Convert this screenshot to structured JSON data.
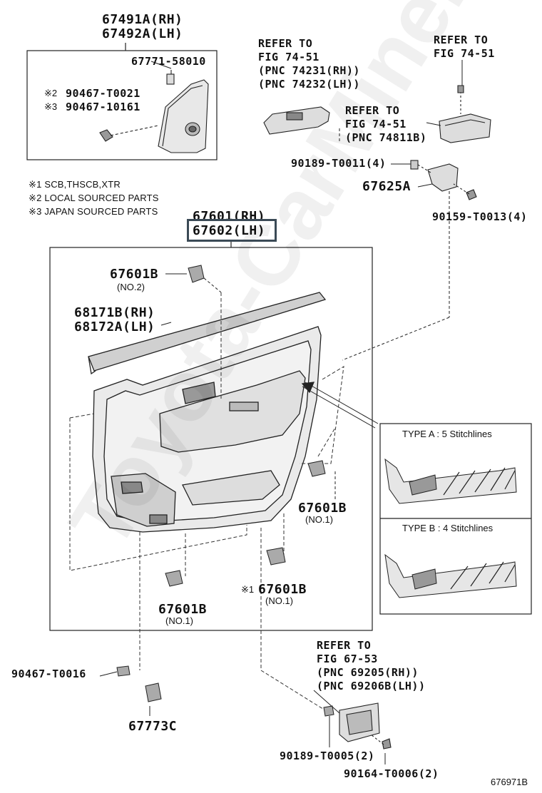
{
  "parts": {
    "p67491a": "67491A(RH)",
    "p67492a": "67492A(LH)",
    "p67771": "67771-58010",
    "p90467_t0021": "90467-T0021",
    "p90467_10161": "90467-10161",
    "mark2": "※2",
    "mark3": "※3",
    "p90189_t0011": "90189-T0011(4)",
    "p67625a": "67625A",
    "p90159_t0013": "90159-T0013(4)",
    "p67601_rh": "67601(RH)",
    "p67602_lh": "67602(LH)",
    "p67601b_no2": "67601B",
    "no2": "(NO.2)",
    "p68171b": "68171B(RH)",
    "p68172a": "68172A(LH)",
    "p67601b_right": "67601B",
    "no1_right": "(NO.1)",
    "p67601b_bl": "67601B",
    "no1_bl": "(NO.1)",
    "mark1": "※1",
    "p67601b_bc": "67601B",
    "no1_bc": "(NO.1)",
    "p90467_t0016": "90467-T0016",
    "p67773c": "67773C",
    "p90189_t0005": "90189-T0005(2)",
    "p90164_t0006": "90164-T0006(2)"
  },
  "refs": {
    "ref1": [
      "REFER TO",
      "FIG 74-51",
      "(PNC 74231(RH))",
      "(PNC 74232(LH))"
    ],
    "ref2": [
      "REFER TO",
      "FIG 74-51"
    ],
    "ref3": [
      "REFER TO",
      "FIG 74-51",
      "(PNC 74811B)"
    ],
    "ref4": [
      "REFER TO",
      "FIG 67-53",
      "(PNC 69205(RH))",
      "(PNC 69206B(LH))"
    ]
  },
  "notes": [
    "※1  SCB,THSCB,XTR",
    "※2  LOCAL SOURCED PARTS",
    "※3  JAPAN SOURCED PARTS"
  ],
  "types": {
    "type_a": "TYPE A : 5 Stitchlines",
    "type_b": "TYPE B : 4 Stitchlines"
  },
  "figure_id": "676971B",
  "watermark": "Toyota-CarMiner.ru"
}
